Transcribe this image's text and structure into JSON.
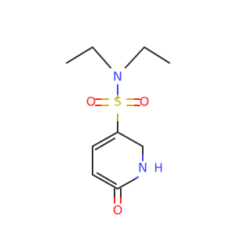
{
  "colors": {
    "carbon": "#303030",
    "nitrogen": "#3343ff",
    "oxygen": "#ff1f1f",
    "sulfur": "#c9b114"
  },
  "atoms": {
    "amine_n": "N",
    "sulfur": "S",
    "sulfonyl_o_left": "O",
    "sulfonyl_o_right": "O",
    "ring_n": "N",
    "ring_h": "H",
    "carbonyl_o": "O"
  }
}
